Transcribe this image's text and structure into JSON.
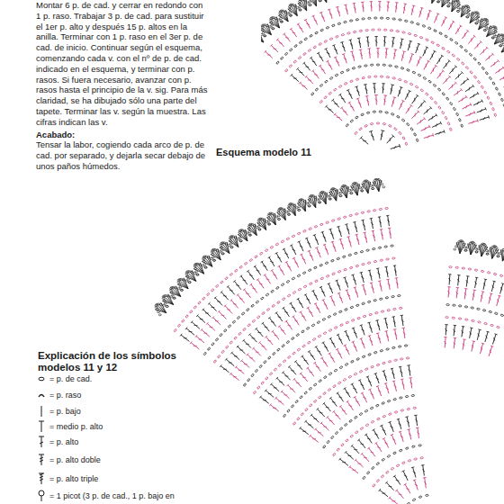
{
  "diagram": {
    "title": "Esquema modelo 11",
    "labels": [
      "Montar 6 p. de cad. y cerrar en redondo con 1 p. raso. Trabajar 3 p. de cad. para sustituir el 1er p. alto y después 15 p. altos en la anilla. Terminar con 1 p. raso en el 3er p. de cad. de inicio. Continuar según el esquema, comenzando cada v. con el nº de p. de cad. indicado en el esquema, y terminar con p. rasos. Si fuera necesario, avanzar con p. rasos hasta el principio de la v. sig. Para más claridad, se ha dibujado sólo una parte del tapete. Terminar las v. según la muestra. Las cifras indican las v.",
      "Acabado:",
      "Tensar la labor, cogiendo cada arco de p. de cad. por separado, y dejarla secar debajo de unos paños húmedos.",
      "Explicación de los símbolos modelos 11 y 12"
    ],
    "legend": [
      {
        "text": "= p. de cad."
      },
      {
        "text": "= p. raso"
      },
      {
        "text": "= p. bajo"
      },
      {
        "text": "= medio p. alto"
      },
      {
        "text": "= p. alto"
      },
      {
        "text": "= p. alto doble"
      },
      {
        "text": "= p. alto triple"
      },
      {
        "text": "= 1 picot (3 p. de cad., 1 p. bajo en"
      }
    ]
  }
}
